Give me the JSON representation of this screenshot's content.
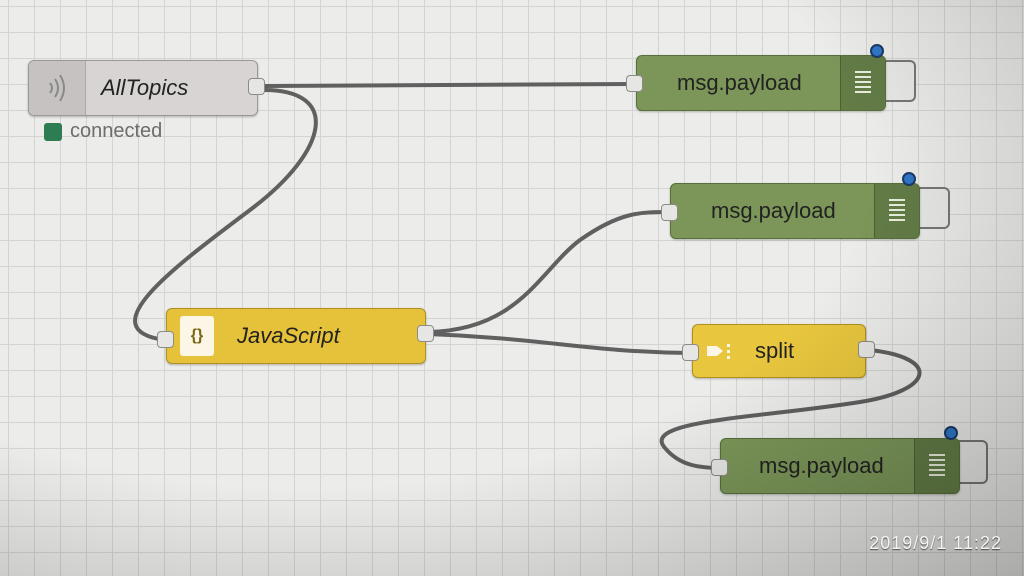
{
  "colors": {
    "wire": "#606060",
    "mqtt_node": "#d8d4d4",
    "function_node": "#e6c23a",
    "debug_node": "#7b9658",
    "split_node": "#e8c63e",
    "status_connected": "#2e7d52",
    "changed_dot": "#2f77c8"
  },
  "nodes": {
    "mqtt_in": {
      "label": "AllTopics",
      "icon": "mqtt-signal-icon",
      "status": "connected"
    },
    "function": {
      "label": "JavaScript",
      "icon": "function-braces-icon",
      "icon_text": "{}"
    },
    "split": {
      "label": "split",
      "icon": "split-icon"
    },
    "debug_1": {
      "label": "msg.payload",
      "icon": "debug-list-icon"
    },
    "debug_2": {
      "label": "msg.payload",
      "icon": "debug-list-icon"
    },
    "debug_3": {
      "label": "msg.payload",
      "icon": "debug-list-icon"
    }
  },
  "photo_timestamp": "2019/9/1  11:22"
}
